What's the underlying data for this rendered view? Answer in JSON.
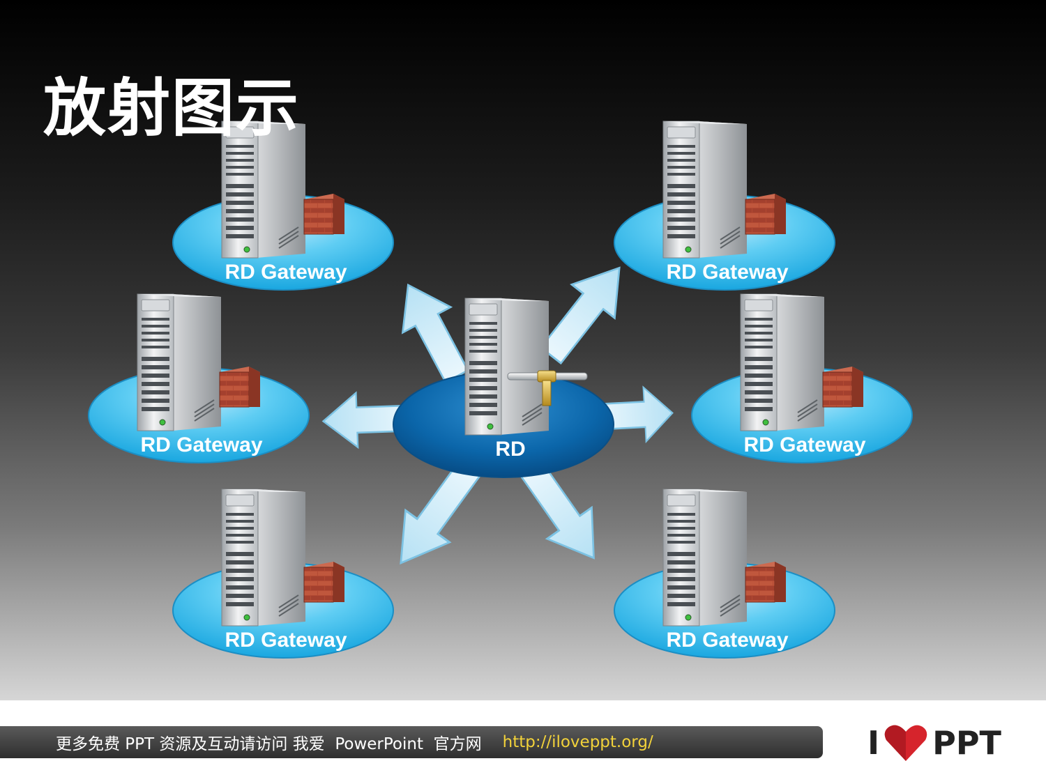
{
  "title": "放射图示",
  "center": {
    "label": "RD"
  },
  "nodes": [
    {
      "label": "RD Gateway"
    },
    {
      "label": "RD Gateway"
    },
    {
      "label": "RD Gateway"
    },
    {
      "label": "RD Gateway"
    },
    {
      "label": "RD Gateway"
    },
    {
      "label": "RD Gateway"
    }
  ],
  "footer": {
    "text": "更多免费 PPT 资源及互动请访问 我爱  PowerPoint  官方网",
    "url": "http://iloveppt.org/"
  },
  "logo": {
    "left": "I",
    "right": "PPT"
  },
  "colors": {
    "disc_light": "#46c0ee",
    "disc_center": "#0a63a6",
    "arrow": "#d2ecf8",
    "brick": "#a4402e",
    "url": "#f2d23a",
    "heart": "#d6242c"
  }
}
